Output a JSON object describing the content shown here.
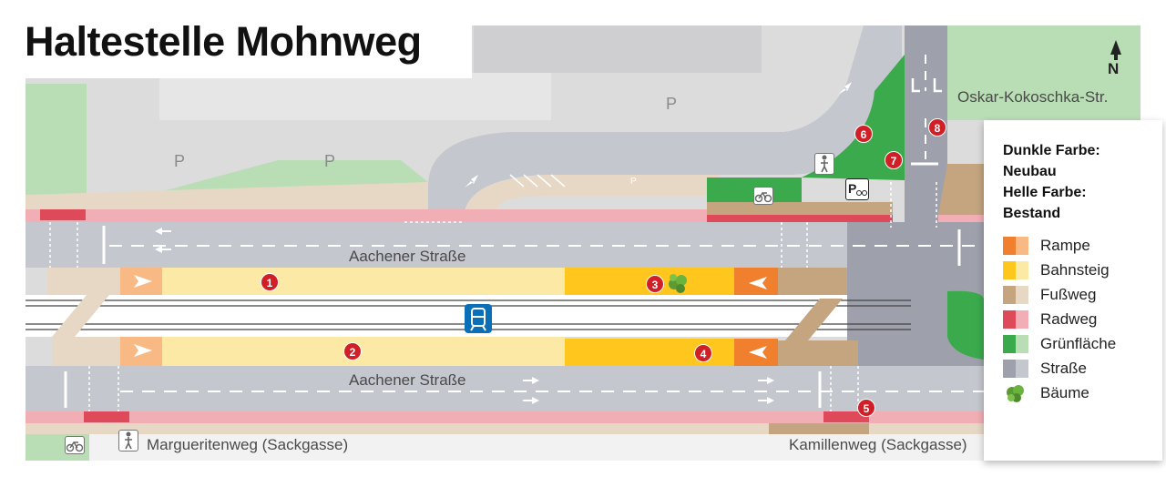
{
  "title": "Haltestelle Mohnweg",
  "north_label": "N",
  "streets": {
    "aachener_top": "Aachener Straße",
    "aachener_bottom": "Aachener Straße",
    "oskar": "Oskar-Kokoschka-Str.",
    "margueritenweg": "Margueritenweg (Sackgasse)",
    "kamillenweg": "Kamillenweg (Sackgasse)"
  },
  "parking_labels": [
    "P",
    "P",
    "P",
    "P"
  ],
  "small_parking_label": "P",
  "markers": [
    "1",
    "2",
    "3",
    "4",
    "5",
    "6",
    "7",
    "8"
  ],
  "legend": {
    "heading_lines": [
      "Dunkle Farbe:",
      "Neubau",
      "Helle Farbe:",
      "Bestand"
    ],
    "items": [
      {
        "label": "Rampe",
        "dark": "#f07f2e",
        "light": "#f8b985"
      },
      {
        "label": "Bahnsteig",
        "dark": "#ffc61e",
        "light": "#fde9a6"
      },
      {
        "label": "Fußweg",
        "dark": "#c4a57f",
        "light": "#e6d8c5"
      },
      {
        "label": "Radweg",
        "dark": "#de4a5a",
        "light": "#f2aeb5"
      },
      {
        "label": "Grünfläche",
        "dark": "#3aaa4c",
        "light": "#b9deb5"
      },
      {
        "label": "Straße",
        "dark": "#9ea0ab",
        "light": "#c5c7cf"
      },
      {
        "label": "Bäume",
        "icon": "tree-icon"
      }
    ]
  },
  "icons": [
    "tram-stop-icon",
    "bicycle-icon",
    "pedestrian-icon",
    "bike-parking-icon",
    "tree-icon",
    "north-arrow-icon"
  ]
}
